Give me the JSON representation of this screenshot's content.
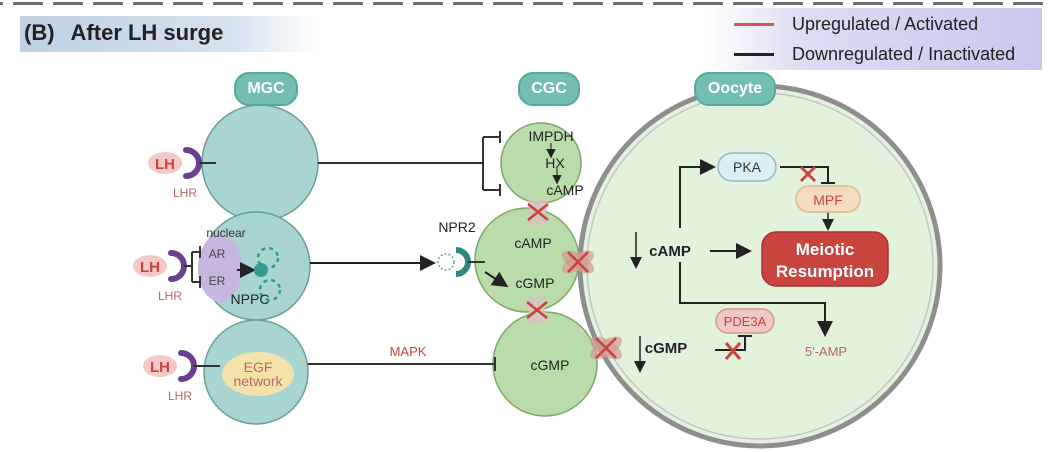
{
  "panel": {
    "label": "(B)",
    "title": "After LH surge"
  },
  "legend": {
    "items": [
      {
        "label": "Upregulated / Activated",
        "color": "#d9534f"
      },
      {
        "label": "Downregulated / Inactivated",
        "color": "#222222"
      }
    ]
  },
  "compartments": {
    "mgc": "MGC",
    "cgc": "CGC",
    "oocyte": "Oocyte"
  },
  "mgc": {
    "ligand": "LH",
    "receptor": "LHR",
    "nuclear": "nuclear",
    "ar": "AR",
    "er": "ER",
    "nppc": "NPPC",
    "egf": "EGF",
    "network": "network"
  },
  "cgc": {
    "impdh": "IMPDH",
    "hx": "HX",
    "camp_top": "cAMP",
    "npr2": "NPR2",
    "camp_mid": "cAMP",
    "cgmp_mid": "cGMP",
    "cgmp_bottom": "cGMP",
    "mapk": "MAPK"
  },
  "oocyte": {
    "pka": "PKA",
    "mpf": "MPF",
    "meiotic1": "Meiotic",
    "meiotic2": "Resumption",
    "camp": "cAMP",
    "cgmp": "cGMP",
    "pde3a": "PDE3A",
    "amp": "5'-AMP"
  },
  "colors": {
    "mgc_fill": "#a8d5d1",
    "cgc_fill": "#b9dcaa",
    "oocyte_fill": "#e3f2dc",
    "accent_red": "#c9433f",
    "pill": "#74bdb2"
  }
}
